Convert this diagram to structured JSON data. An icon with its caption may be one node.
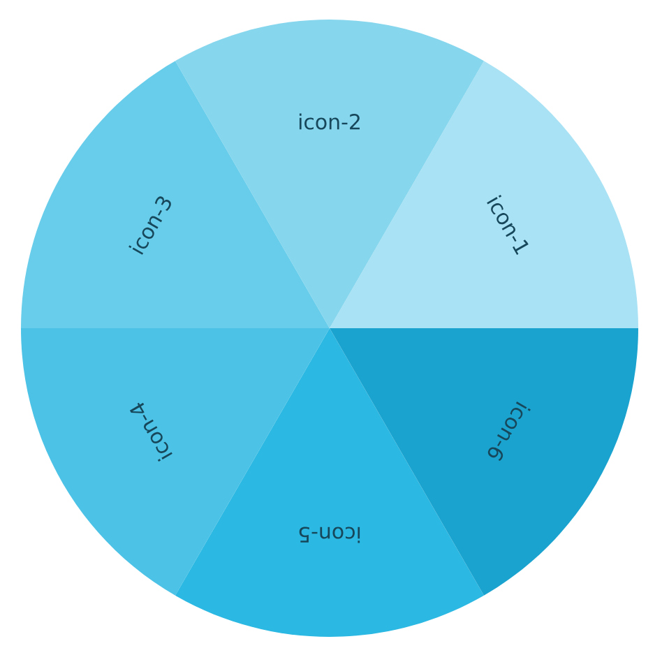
{
  "diagram": {
    "nodes": [
      {
        "text": [
          "icon-1"
        ]
      },
      {
        "text": [
          "icon-2"
        ]
      },
      {
        "text": [
          "icon-3"
        ]
      },
      {
        "text": [
          "icon-4"
        ]
      },
      {
        "text": [
          "icon-5"
        ]
      },
      {
        "text": [
          "icon-6"
        ]
      }
    ]
  }
}
